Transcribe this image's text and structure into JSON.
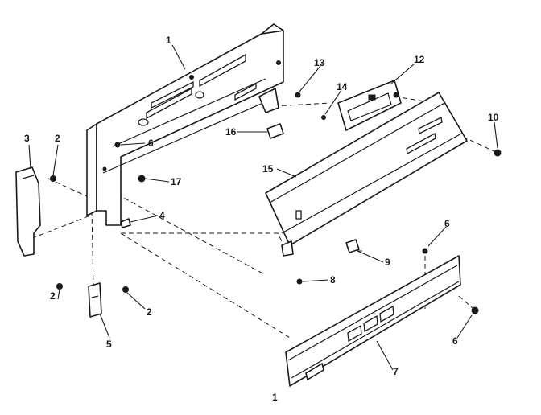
{
  "callouts": {
    "c1_top": "1",
    "c1_bottom": "1",
    "c2_left_upper": "2",
    "c2_left_lower": "2",
    "c2_right_lower": "2",
    "c3": "3",
    "c4": "4",
    "c5": "5",
    "c6_inner": "6",
    "c6_screw": "6",
    "c6_knob": "6",
    "c7": "7",
    "c8": "8",
    "c9": "9",
    "c10": "10",
    "c12": "12",
    "c13": "13",
    "c14": "14",
    "c15": "15",
    "c16": "16",
    "c17": "17"
  }
}
